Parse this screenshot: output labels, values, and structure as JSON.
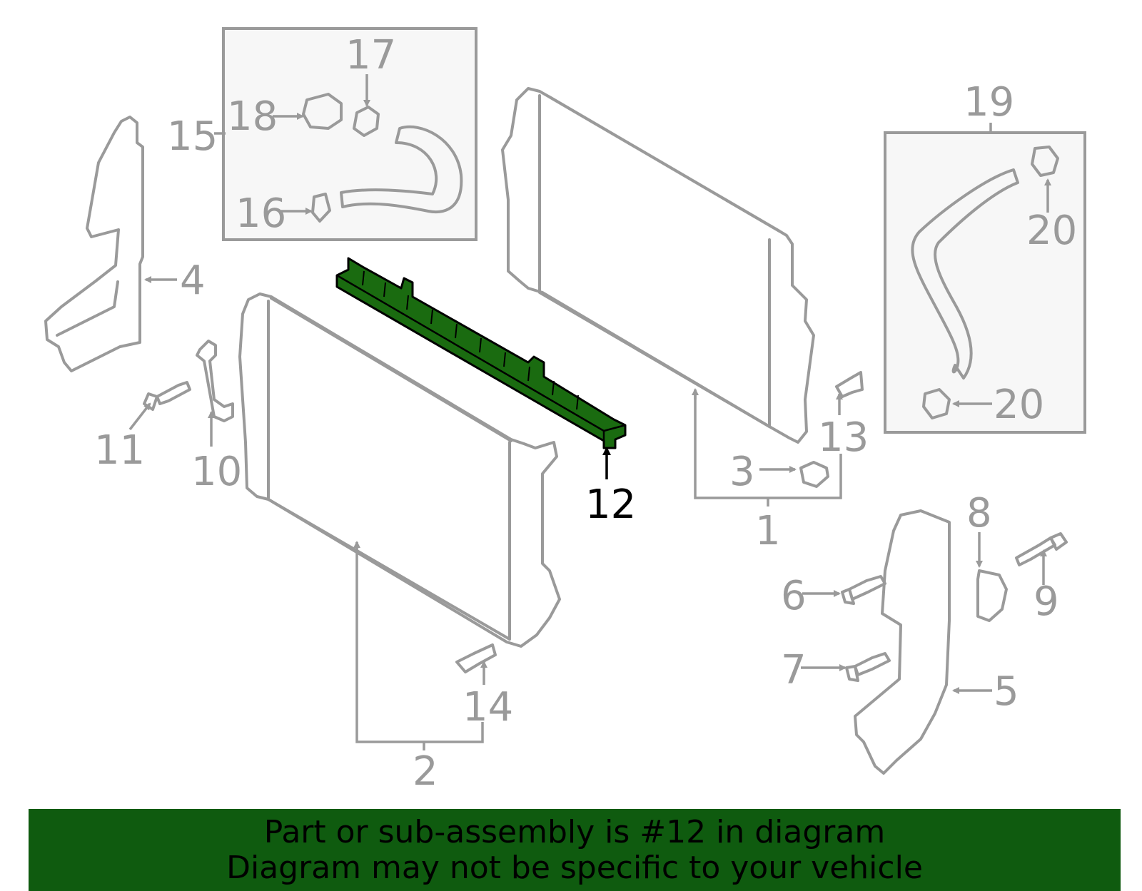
{
  "colors": {
    "part_stroke": "#9a9a9a",
    "highlight_fill": "#1a6b10",
    "banner_background": "#0f5b0f",
    "label_text": "#9a9a9a",
    "highlight_label": "#000000"
  },
  "highlighted_part": "12",
  "callouts": {
    "c1": "1",
    "c2": "2",
    "c3": "3",
    "c4": "4",
    "c5": "5",
    "c6": "6",
    "c7": "7",
    "c8": "8",
    "c9": "9",
    "c10": "10",
    "c11": "11",
    "c12": "12",
    "c13": "13",
    "c14": "14",
    "c15": "15",
    "c16": "16",
    "c17": "17",
    "c18": "18",
    "c19": "19",
    "c20a": "20",
    "c20b": "20"
  },
  "banner": {
    "line1": "Part or sub-assembly is #12 in diagram",
    "line2": "Diagram may not be specific to your vehicle"
  }
}
